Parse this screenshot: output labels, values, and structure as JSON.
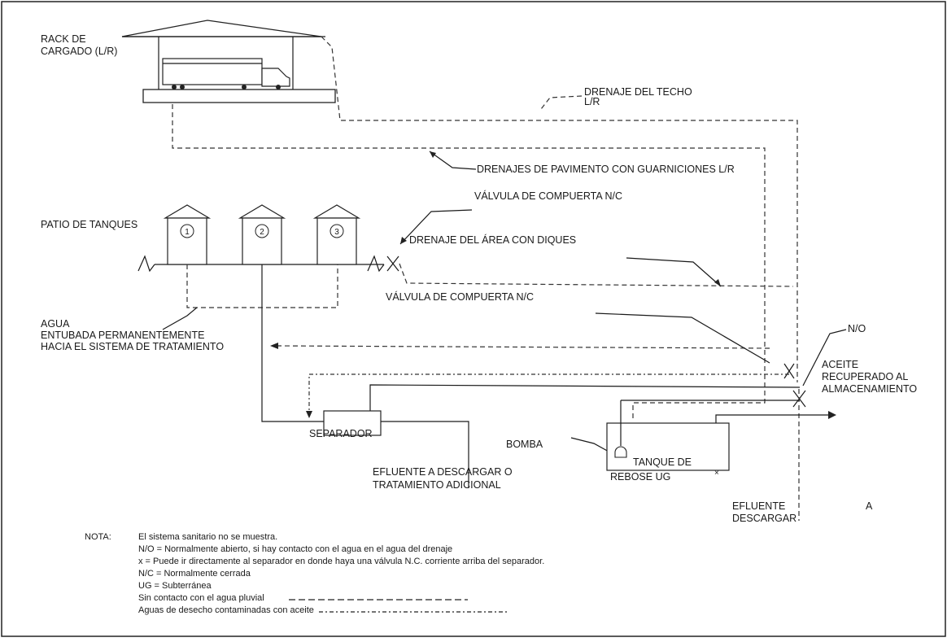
{
  "labels": {
    "rack": [
      "RACK DE",
      "CARGADO (L/R)"
    ],
    "roof_drain": [
      "DRENAJE   DEL   TECHO",
      "L/R"
    ],
    "pavement_drains": "DRENAJES DE PAVIMENTO CON GUARNICIONES L/R",
    "gate_valve_top": "VÁLVULA DE COMPUERTA N/C",
    "tank_yard": "PATIO DE TANQUES",
    "diked_area_drain": "DRENAJE DEL ÁREA CON DIQUES",
    "gate_valve_mid": "VÁLVULA DE COMPUERTA N/C",
    "piped_water": [
      "AGUA",
      "ENTUBADA PERMANENTEMENTE",
      "HACIA EL SISTEMA DE TRATAMIENTO"
    ],
    "no": "N/O",
    "recovered_oil": [
      "ACEITE",
      "RECUPERADO    AL",
      "ALMACENAMIENTO"
    ],
    "pump": "BOMBA",
    "separator": "SEPARADOR",
    "effluent_treatment": [
      "EFLUENTE A DESCARGAR O",
      "TRATAMIENTO ADICIONAL"
    ],
    "overflow_tank": [
      "TANQUE DE",
      "REBOSE UG"
    ],
    "effluent_discharge": [
      "EFLUENTE",
      "A",
      "DESCARGAR"
    ]
  },
  "tanks": [
    "1",
    "2",
    "3"
  ],
  "notes": {
    "heading": "NOTA:",
    "lines": [
      "El sistema sanitario no se muestra.",
      "N/O = Normalmente abierto, si hay contacto con el agua en el agua del drenaje",
      "x = Puede ir directamente al separador en donde haya una válvula N.C. corriente arriba del separador.",
      "N/C = Normalmente cerrada",
      "UG = Subterránea",
      "Sin contacto con el agua pluvial",
      "Aguas de desecho contaminadas con aceite"
    ]
  }
}
